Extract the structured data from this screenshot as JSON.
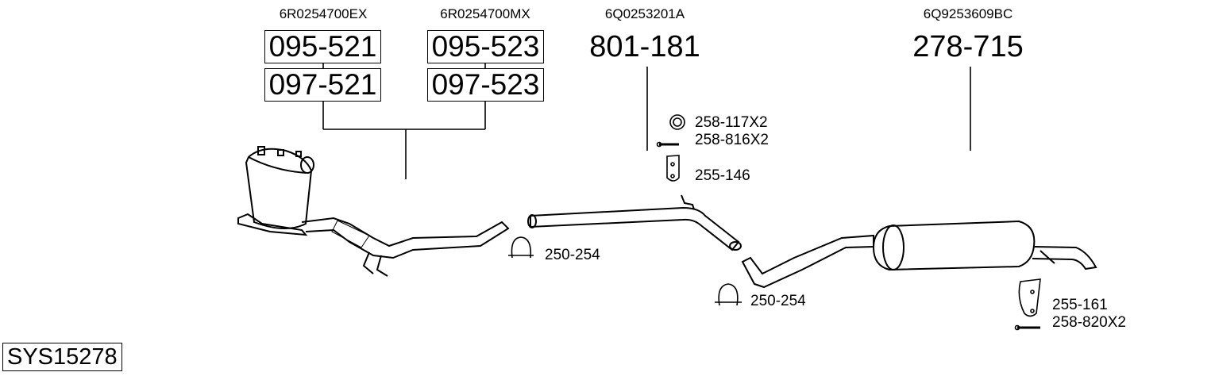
{
  "oem_numbers": [
    "6R0254700EX",
    "6R0254700MX",
    "6Q0253201A",
    "6Q9253609BC"
  ],
  "parts": {
    "dpf_a_1": "095-521",
    "dpf_a_2": "097-521",
    "dpf_b_1": "095-523",
    "dpf_b_2": "097-523",
    "middle_pipe": "801-181",
    "rear_silencer": "278-715"
  },
  "accessories": {
    "ring": "258-117X2",
    "bolt_1": "258-816X2",
    "hanger_1": "255-146",
    "clamp_1": "250-254",
    "clamp_2": "250-254",
    "hanger_2": "255-161",
    "bolt_2": "258-820X2"
  },
  "system_id": "SYS15278"
}
